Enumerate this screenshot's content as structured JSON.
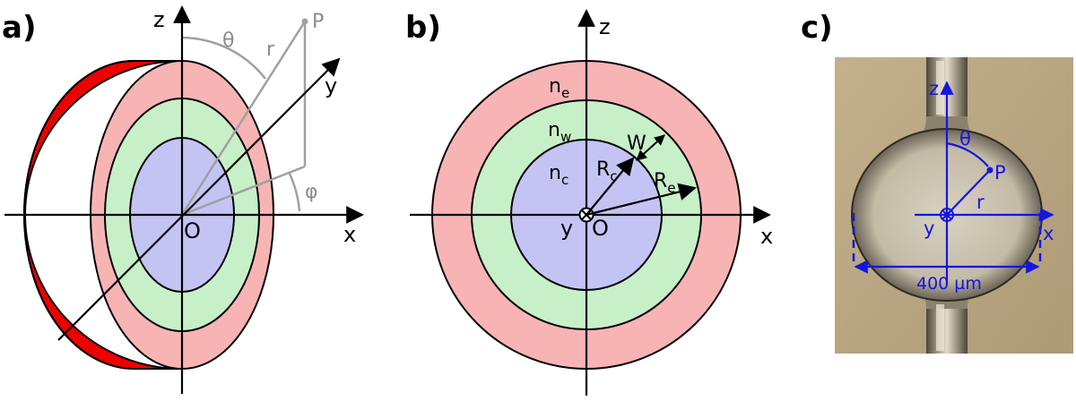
{
  "panels": {
    "a": {
      "label": "a)",
      "axes": {
        "z": "z",
        "x": "x",
        "y": "y",
        "origin": "O"
      },
      "point": "P",
      "angles": {
        "theta": "θ",
        "phi": "φ"
      },
      "radius": "r"
    },
    "b": {
      "label": "b)",
      "axes": {
        "z": "z",
        "x": "x",
        "y": "y",
        "origin": "O"
      },
      "regions": {
        "outer": {
          "base": "n",
          "sub": "e"
        },
        "wall": {
          "base": "n",
          "sub": "w"
        },
        "core": {
          "base": "n",
          "sub": "c"
        }
      },
      "radii": {
        "core": {
          "base": "R",
          "sub": "c"
        },
        "outer": {
          "base": "R",
          "sub": "e"
        },
        "width": "W"
      }
    },
    "c": {
      "label": "c)",
      "axes": {
        "z": "z",
        "x": "x",
        "y": "y"
      },
      "point": "P",
      "angle": "θ",
      "radius": "r",
      "scale_bar": "400 µm"
    }
  },
  "colors": {
    "outer_shell": "#f8b4b4",
    "wall": "#c8f0c8",
    "core": "#c4c4f4",
    "cut_face": "#ee0000",
    "grey_construction": "#a0a0a0",
    "photo_overlay_blue": "#1515e0",
    "photo_background": "#b8a482"
  }
}
